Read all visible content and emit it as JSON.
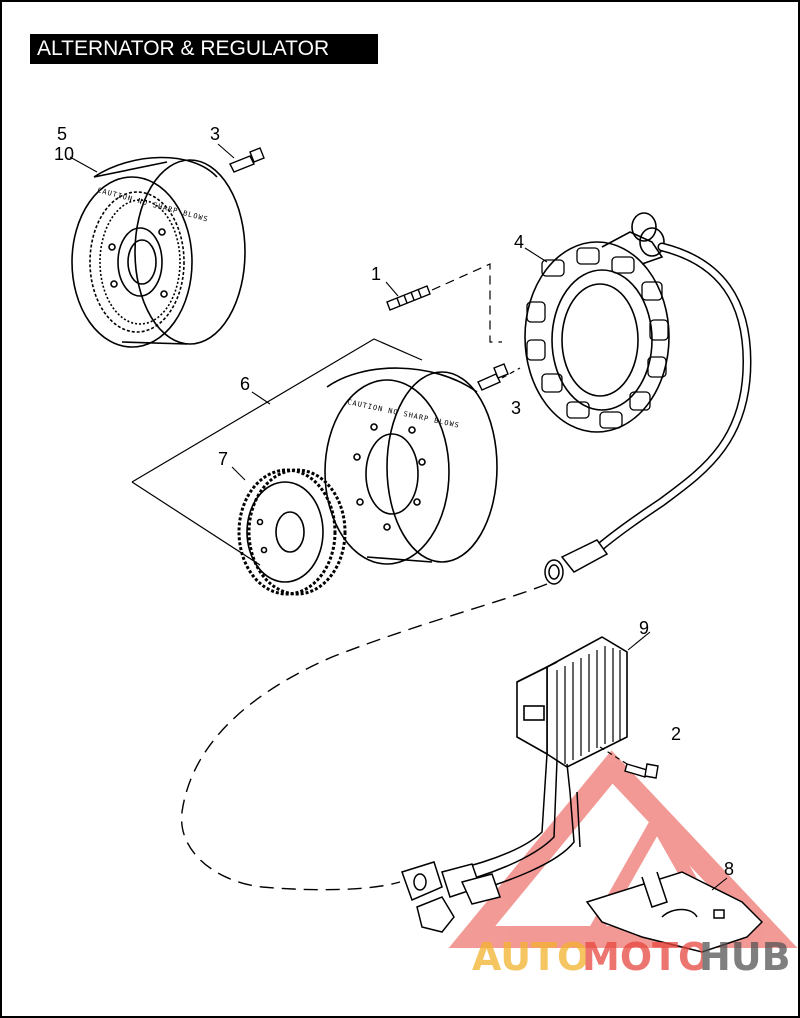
{
  "title": "ALTERNATOR & REGULATOR",
  "callouts": {
    "c1": "1",
    "c2": "2",
    "c3a": "3",
    "c3b": "3",
    "c4": "4",
    "c5": "5",
    "c6": "6",
    "c7": "7",
    "c8": "8",
    "c9": "9",
    "c10": "10"
  },
  "rotor_caption_top": "CAUTION NO SHARP BLOWS",
  "rotor_caption_mid": "CAUTION NO SHARP BLOWS",
  "watermark": {
    "part1": "AUTO",
    "part2": "MOTO",
    "part3": "HUB"
  },
  "colors": {
    "wm_yellow": "#f2b22e",
    "wm_red": "#e8473f",
    "wm_dark": "#555555",
    "logo_red": "#e8473f"
  }
}
